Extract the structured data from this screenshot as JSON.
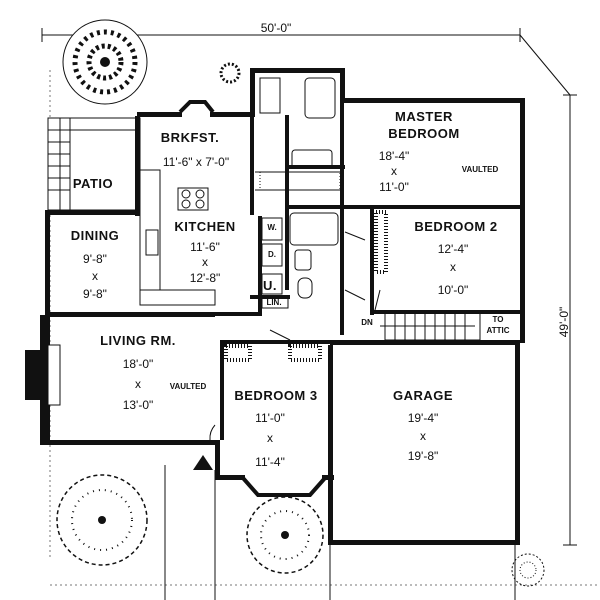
{
  "dimensions": {
    "width_label": "50'-0\"",
    "depth_label": "49'-0\""
  },
  "rooms": {
    "brkfst": {
      "name": "BRKFST.",
      "size": "11'-6\" x 7'-0\""
    },
    "patio": {
      "name": "PATIO"
    },
    "kitchen": {
      "name": "KITCHEN",
      "d1": "11'-6\"",
      "x": "x",
      "d2": "12'-8\""
    },
    "dining": {
      "name": "DINING",
      "d1": "9'-8\"",
      "x": "x",
      "d2": "9'-8\""
    },
    "master": {
      "name1": "MASTER",
      "name2": "BEDROOM",
      "d1": "18'-4\"",
      "x": "x",
      "d2": "11'-0\"",
      "note": "VAULTED"
    },
    "bedroom2": {
      "name": "BEDROOM 2",
      "d1": "12'-4\"",
      "x": "x",
      "d2": "10'-0\""
    },
    "living": {
      "name": "LIVING RM.",
      "d1": "18'-0\"",
      "x": "x",
      "d2": "13'-0\"",
      "note": "VAULTED"
    },
    "bedroom3": {
      "name": "BEDROOM 3",
      "d1": "11'-0\"",
      "x": "x",
      "d2": "11'-4\""
    },
    "garage": {
      "name": "GARAGE",
      "d1": "19'-4\"",
      "x": "x",
      "d2": "19'-8\""
    }
  },
  "labels": {
    "washer": "W.",
    "dryer": "D.",
    "utility": "U.",
    "linen": "LIN.",
    "down": "DN",
    "to_attic_1": "TO",
    "to_attic_2": "ATTIC"
  }
}
